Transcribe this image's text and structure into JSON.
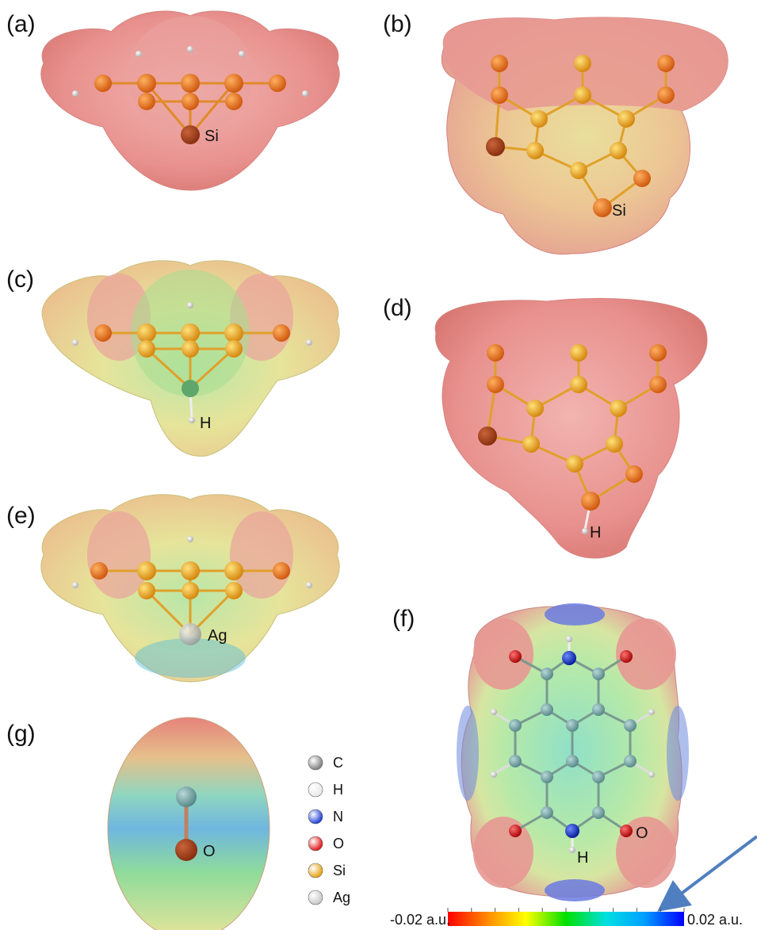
{
  "panels": {
    "a": {
      "label": "(a)",
      "atom_label": "Si"
    },
    "b": {
      "label": "(b)",
      "atom_label": "Si"
    },
    "c": {
      "label": "(c)",
      "atom_label": "H"
    },
    "d": {
      "label": "(d)",
      "atom_label": "H"
    },
    "e": {
      "label": "(e)",
      "atom_label": "Ag"
    },
    "f": {
      "label": "(f)",
      "atom_label_o": "O",
      "atom_label_h": "H"
    },
    "g": {
      "label": "(g)",
      "atom_label": "O"
    }
  },
  "legend": {
    "items": [
      {
        "label": "C",
        "color": "#808080"
      },
      {
        "label": "H",
        "color": "#e8e8e8"
      },
      {
        "label": "N",
        "color": "#1f3fd6"
      },
      {
        "label": "O",
        "color": "#e01818"
      },
      {
        "label": "Si",
        "color": "#e8a313"
      },
      {
        "label": "Ag",
        "color": "#c8c8c8"
      }
    ]
  },
  "colorbar": {
    "min_label": "-0.02 a.u.",
    "max_label": "0.02 a.u.",
    "colors": [
      "#ff0000",
      "#ff8c00",
      "#ffff00",
      "#00e000",
      "#00e0e0",
      "#00a0ff",
      "#0000ff"
    ]
  },
  "colors": {
    "surface_red": "#e8918e",
    "surface_yellow": "#e9e39a",
    "surface_green": "#9fe0a0",
    "surface_blue": "#5a7be8",
    "arrow": "#4f7fc0"
  }
}
